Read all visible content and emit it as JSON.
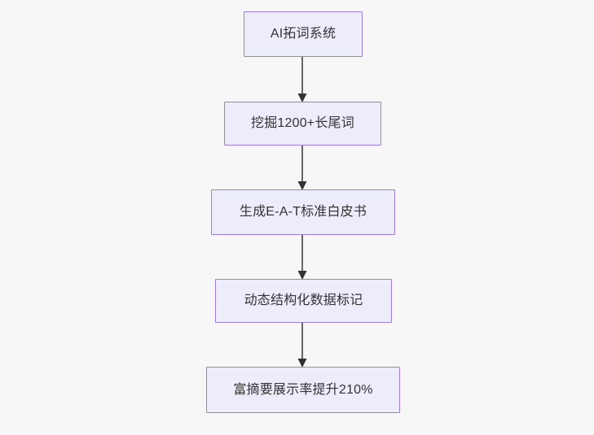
{
  "diagram": {
    "type": "flowchart",
    "direction": "top-to-bottom",
    "background_color": "#f7f7f7",
    "node_fill_color": "#ececfb",
    "node_border_color": "#9c7fd4",
    "node_text_color": "#333333",
    "edge_color": "#666666",
    "arrowhead_color": "#333333",
    "nodes": [
      {
        "id": "n1",
        "label": "AI拓词系统"
      },
      {
        "id": "n2",
        "label": "挖掘1200+长尾词"
      },
      {
        "id": "n3",
        "label": "生成E-A-T标准白皮书"
      },
      {
        "id": "n4",
        "label": "动态结构化数据标记"
      },
      {
        "id": "n5",
        "label": "富摘要展示率提升210%"
      }
    ],
    "edges": [
      {
        "from": "n1",
        "to": "n2",
        "label": ""
      },
      {
        "from": "n2",
        "to": "n3",
        "label": ""
      },
      {
        "from": "n3",
        "to": "n4",
        "label": ""
      },
      {
        "from": "n4",
        "to": "n5",
        "label": ""
      }
    ]
  }
}
